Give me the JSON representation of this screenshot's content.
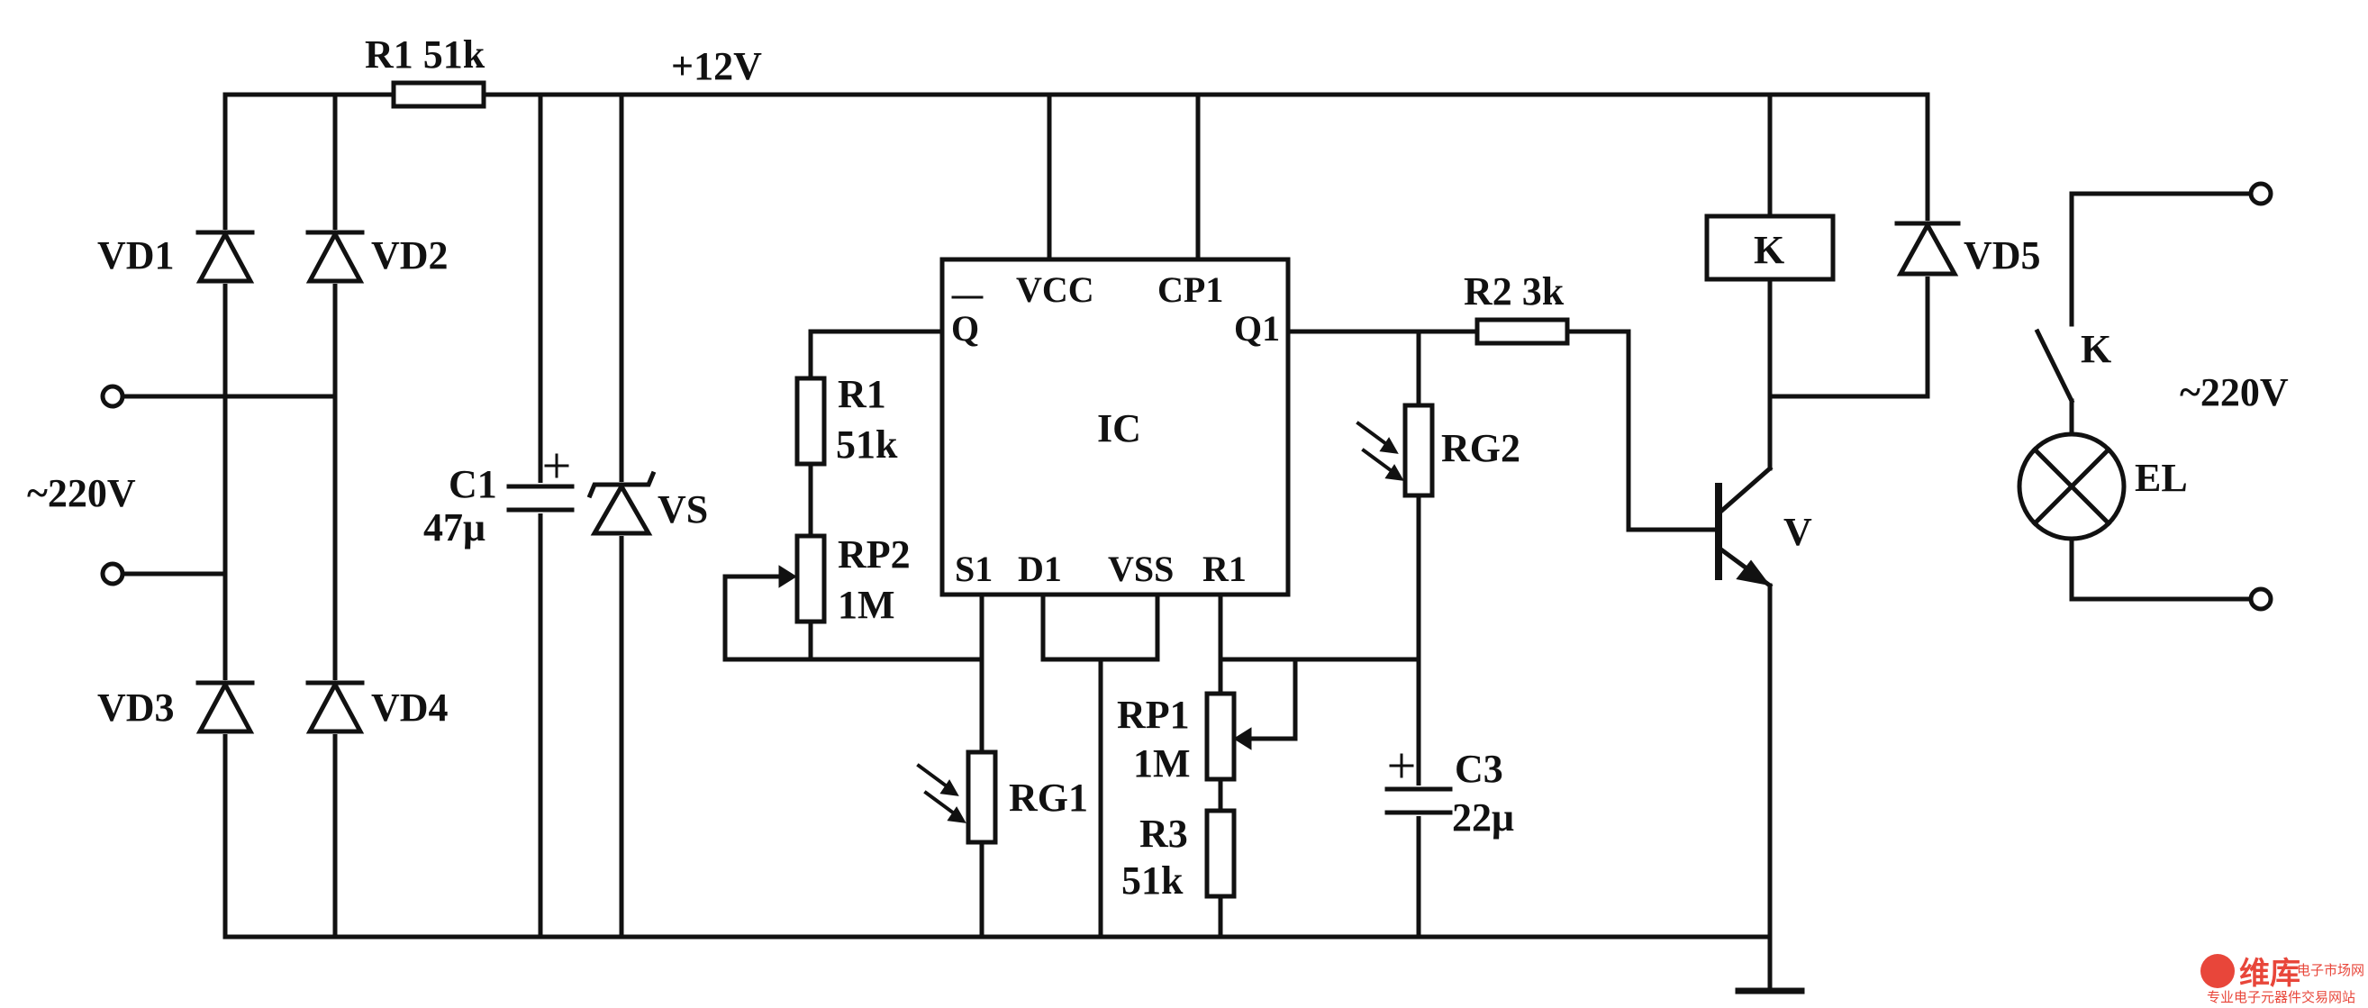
{
  "power": {
    "ac_input": "~220V",
    "rail": "+12V",
    "load_ac": "~220V"
  },
  "components": {
    "R1_top": "R1 51k",
    "VD1": "VD1",
    "VD2": "VD2",
    "VD3": "VD3",
    "VD4": "VD4",
    "C1_name": "C1",
    "C1_value": "47μ",
    "VS": "VS",
    "R1_left_name": "R1",
    "R1_left_value": "51k",
    "RP2_name": "RP2",
    "RP2_value": "1M",
    "RG1": "RG1",
    "RP1_name": "RP1",
    "RP1_value": "1M",
    "R3_name": "R3",
    "R3_value": "51k",
    "RG2": "RG2",
    "C3_name": "C3",
    "C3_value": "22μ",
    "R2": "R2 3k",
    "K_relay": "K",
    "VD5": "VD5",
    "V": "V",
    "K_switch": "K",
    "EL": "EL"
  },
  "ic": {
    "name": "IC",
    "pins": {
      "vcc": "VCC",
      "cp1": "CP1",
      "q_bar": "Q",
      "q1": "Q1",
      "s1": "S1",
      "d1": "D1",
      "vss": "VSS",
      "r1": "R1"
    }
  },
  "watermark": {
    "brand": "维库",
    "subtitle": "电子市场网",
    "tagline": "专业电子元器件交易网站"
  }
}
